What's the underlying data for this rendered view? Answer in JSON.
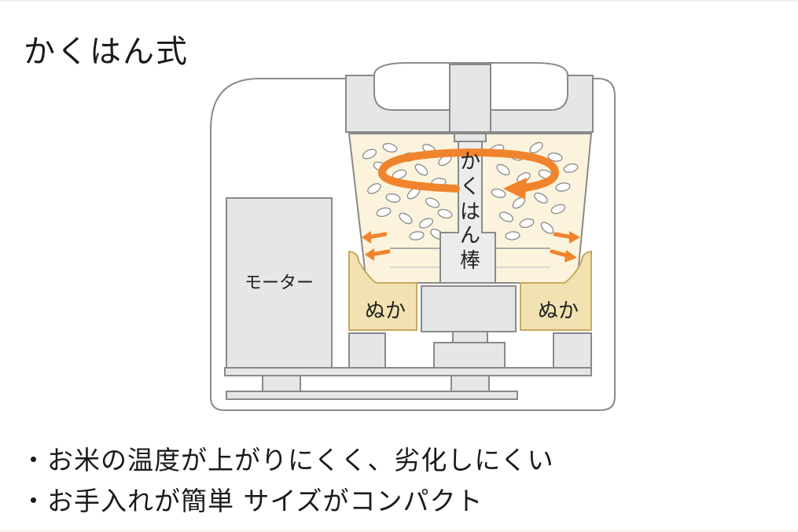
{
  "title": "かくはん式",
  "labels": {
    "motor": "モーター",
    "bran_left": "ぬか",
    "bran_right": "ぬか",
    "stirring_rod_lines": [
      "か",
      "く",
      "は",
      "ん",
      "棒"
    ]
  },
  "bullets": [
    "・お米の温度が上がりにくく、劣化しにくい",
    "・お手入れが簡単 サイズがコンパクト"
  ],
  "colors": {
    "arrow": "#f0842c",
    "rice_area": "#fbf3dc",
    "bran": "#f2e2b2",
    "bran_edge": "#c9a860",
    "machine_fill": "#eeeeee",
    "outline": "#8a8a8a"
  },
  "icons": [
    "rotation-arrow-icon",
    "outflow-arrow-icon"
  ]
}
